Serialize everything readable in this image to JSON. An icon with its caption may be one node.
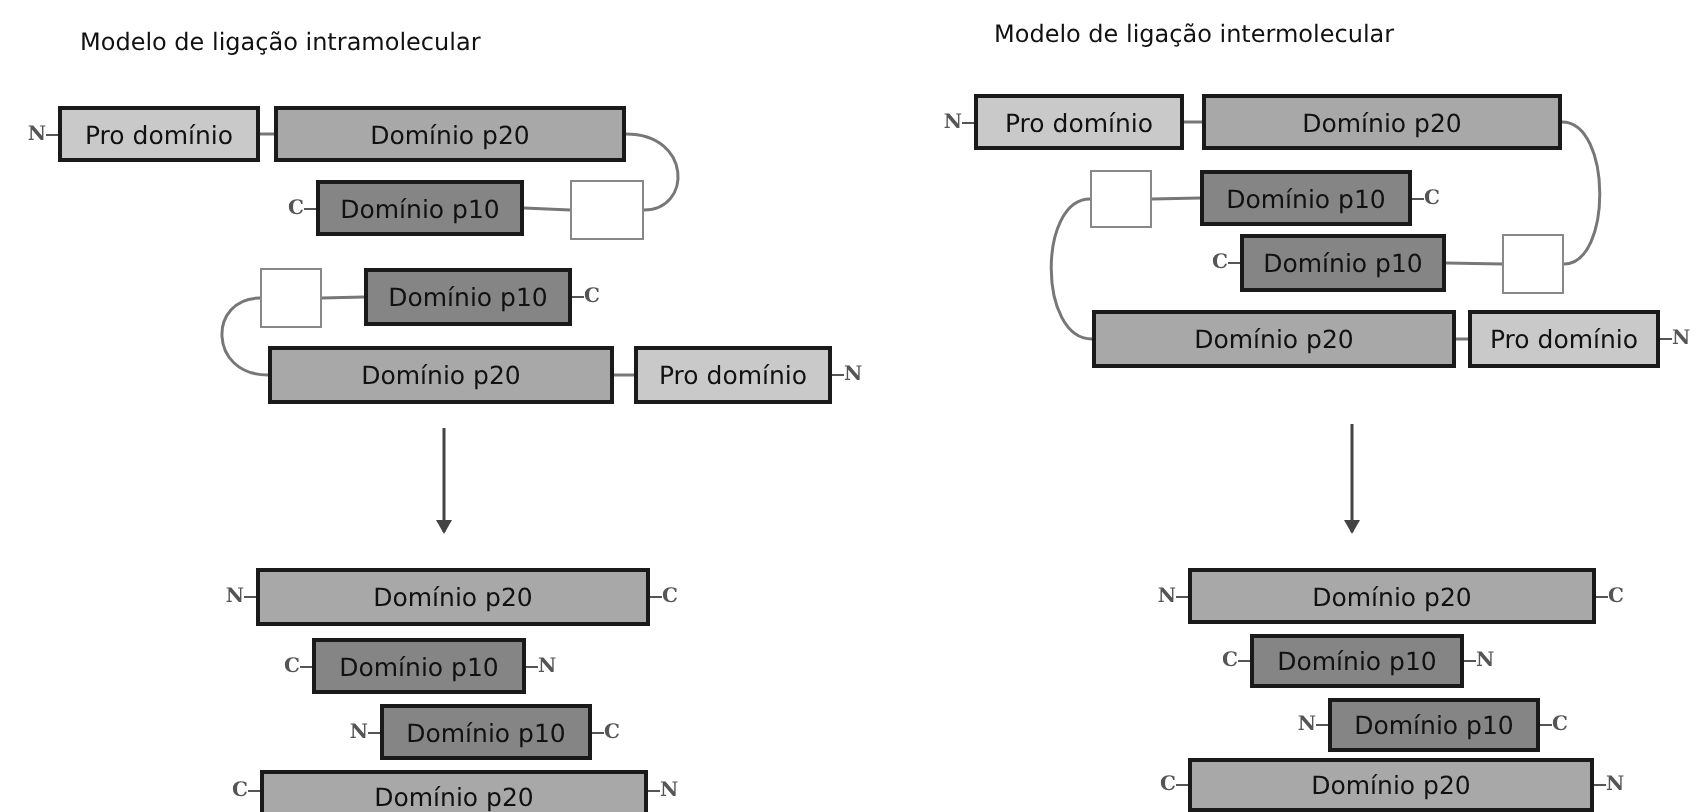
{
  "diagram": {
    "nodes": [
      {
        "text": [
          "Pro domínio"
        ],
        "beside": [
          "N"
        ]
      },
      {
        "text": [
          "Domínio p20"
        ]
      },
      {
        "text": [
          "Domínio p10"
        ],
        "beside": [
          "C"
        ]
      },
      {
        "text": [],
        "shape": "box"
      },
      {
        "text": [],
        "shape": "box"
      },
      {
        "text": [
          "Domínio p10"
        ],
        "beside": [
          "C"
        ]
      },
      {
        "text": [
          "Domínio p20"
        ]
      },
      {
        "text": [
          "Pro domínio"
        ],
        "beside": [
          "N"
        ]
      },
      {
        "text": [
          "Pro domínio"
        ],
        "beside": [
          "N"
        ]
      },
      {
        "text": [
          "Domínio p20"
        ]
      },
      {
        "text": [],
        "shape": "box"
      },
      {
        "text": [
          "Domínio p10"
        ],
        "beside": [
          "C"
        ]
      },
      {
        "text": [
          "Domínio p10"
        ],
        "beside": [
          "C"
        ]
      },
      {
        "text": [],
        "shape": "box"
      },
      {
        "text": [
          "Domínio p20"
        ]
      },
      {
        "text": [
          "Pro domínio"
        ],
        "beside": [
          "N"
        ]
      },
      {
        "text": [
          "Domínio p20"
        ],
        "beside": [
          "N",
          "C"
        ]
      },
      {
        "text": [
          "Domínio p10"
        ],
        "beside": [
          "C",
          "N"
        ]
      },
      {
        "text": [
          "Domínio p10"
        ],
        "beside": [
          "N",
          "C"
        ]
      },
      {
        "text": [
          "Domínio p20"
        ],
        "beside": [
          "C",
          "N"
        ]
      },
      {
        "text": [
          "Domínio p20"
        ],
        "beside": [
          "N",
          "C"
        ]
      },
      {
        "text": [
          "Domínio p10"
        ],
        "beside": [
          "C",
          "N"
        ]
      },
      {
        "text": [
          "Domínio p10"
        ],
        "beside": [
          "N",
          "C"
        ]
      },
      {
        "text": [
          "Domínio p20"
        ],
        "beside": [
          "C",
          "N"
        ]
      }
    ],
    "edges": [
      {
        "from": 0,
        "to": 1,
        "arrow": "none"
      },
      {
        "from": 1,
        "to": 3,
        "arrow": "none"
      },
      {
        "from": 3,
        "to": 2,
        "arrow": "none"
      },
      {
        "from": 4,
        "to": 5,
        "arrow": "none"
      },
      {
        "from": 4,
        "to": 6,
        "arrow": "none"
      },
      {
        "from": 6,
        "to": 7,
        "arrow": "none"
      },
      {
        "from": 8,
        "to": 9,
        "arrow": "none"
      },
      {
        "from": 9,
        "to": 13,
        "arrow": "none"
      },
      {
        "from": 13,
        "to": 12,
        "arrow": "none"
      },
      {
        "from": 10,
        "to": 11,
        "arrow": "none"
      },
      {
        "from": 10,
        "to": 14,
        "arrow": "none"
      },
      {
        "from": 14,
        "to": 15,
        "arrow": "none"
      }
    ],
    "labels": [
      "Modelo de ligação intramolecular",
      "Modelo de ligação intermolecular"
    ]
  }
}
